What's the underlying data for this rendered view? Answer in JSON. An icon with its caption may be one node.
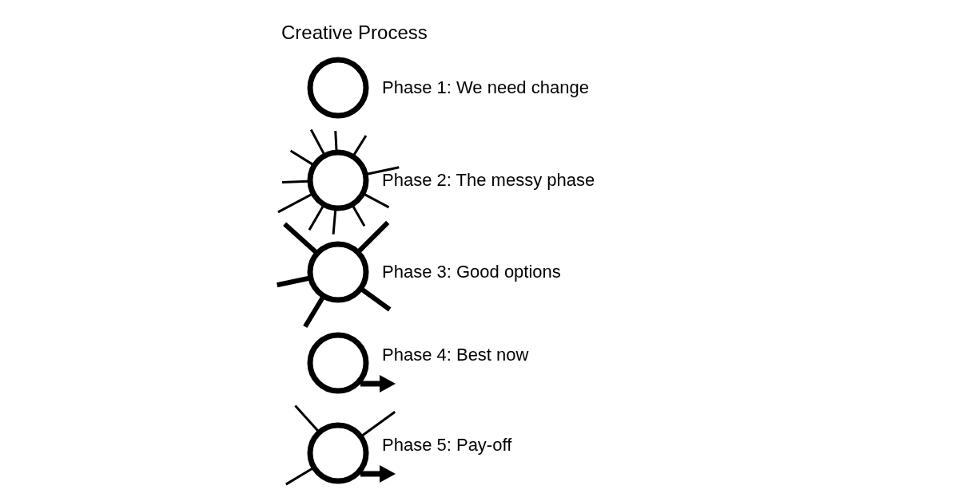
{
  "diagram": {
    "title": "Creative Process",
    "nodes": [
      {
        "text": [
          "Phase 1: We need change"
        ]
      },
      {
        "text": [
          "Phase 2: The messy phase"
        ]
      },
      {
        "text": [
          "Phase 3: Good options"
        ]
      },
      {
        "text": [
          "Phase 4: Best now"
        ]
      },
      {
        "text": [
          "Phase 5: Pay-off"
        ]
      }
    ]
  }
}
